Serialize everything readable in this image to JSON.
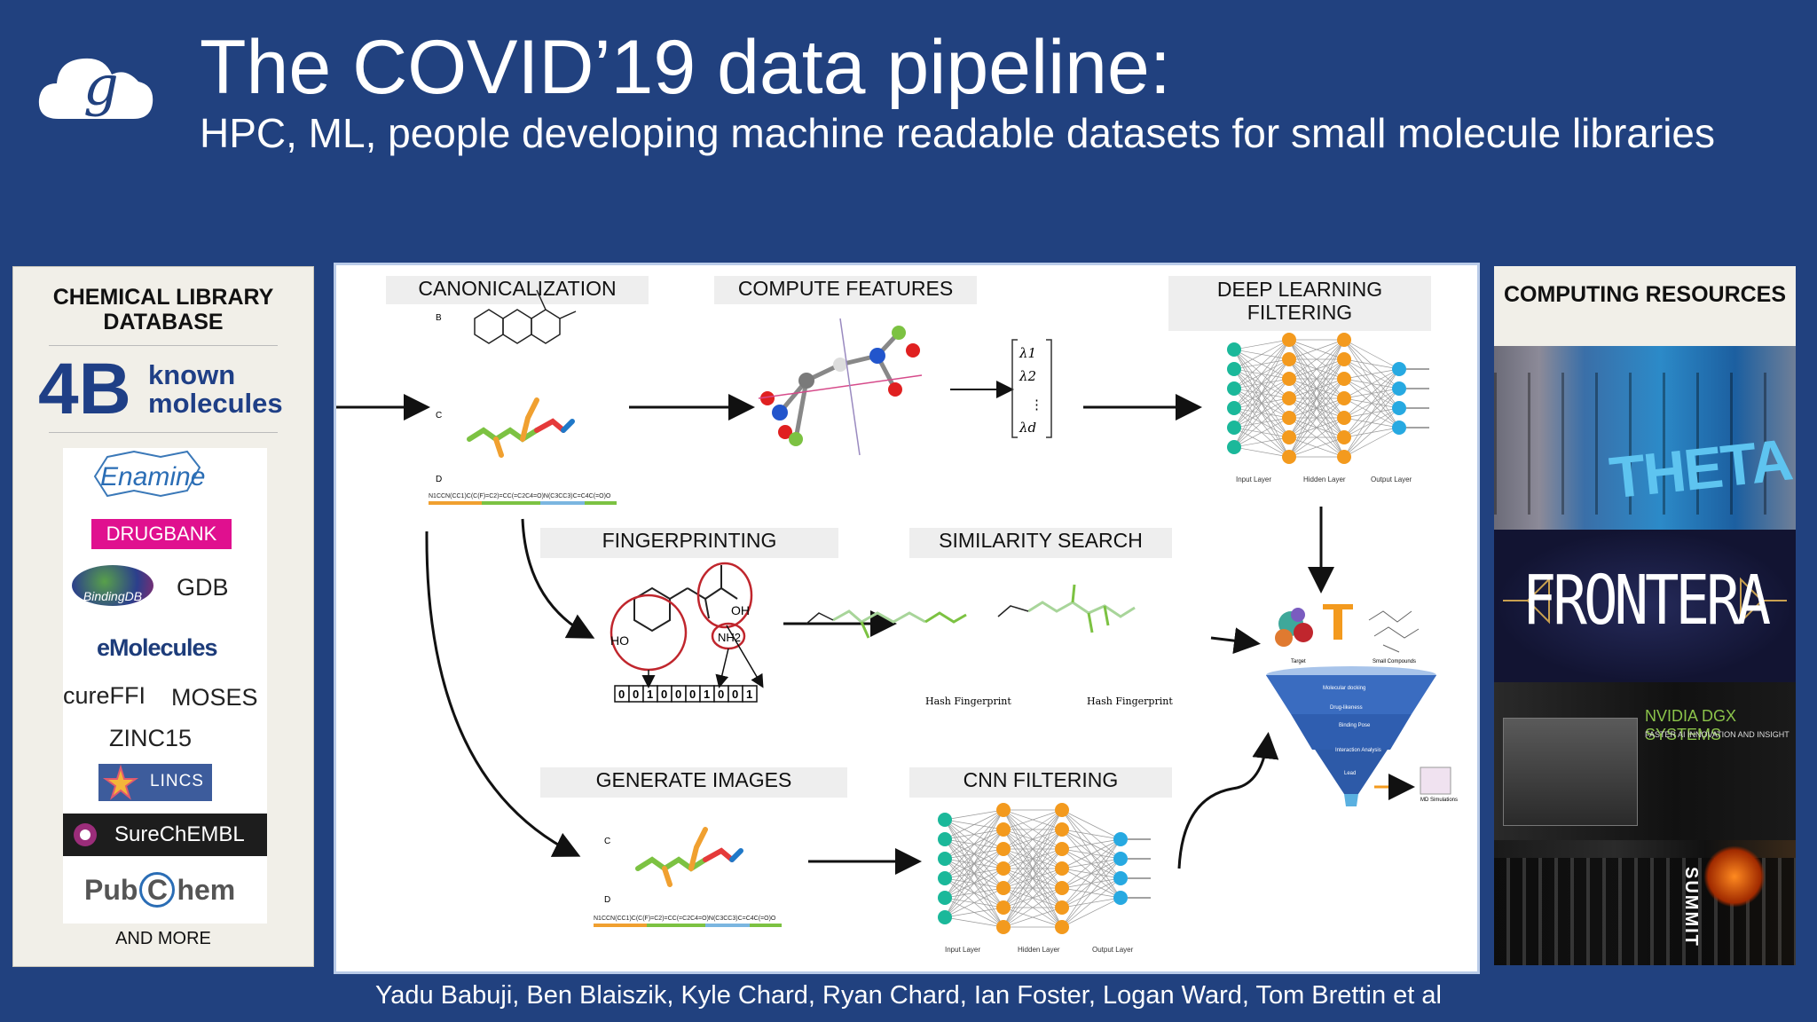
{
  "header": {
    "title": "The COVID’19 data pipeline:",
    "subtitle": "HPC, ML, people developing machine readable datasets for small molecule libraries"
  },
  "left_panel": {
    "heading": "CHEMICAL LIBRARY DATABASE",
    "count": "4B",
    "count_label": "known molecules",
    "logos": {
      "enamine": "Enamine",
      "drugbank": "DRUGBANK",
      "bindingdb": "BindingDB",
      "gdb": "GDB",
      "emolecules": "eMolecules",
      "cureffi": "cureFFI",
      "moses": "MOSES",
      "zinc": "ZINC15",
      "lincs": "LINCS",
      "surechembl": "SureChEMBL",
      "pubchem_left": "Pub",
      "pubchem_c": "C",
      "pubchem_right": "hem"
    },
    "footer": "AND MORE"
  },
  "pipeline": {
    "stages": {
      "canonicalization": "CANONICALIZATION",
      "compute_features": "COMPUTE FEATURES",
      "deep_learning": "DEEP LEARNING FILTERING",
      "fingerprinting": "FINGERPRINTING",
      "similarity_search": "SIMILARITY SEARCH",
      "generate_images": "GENERATE IMAGES",
      "cnn_filtering": "CNN FILTERING"
    },
    "labels": {
      "b": "B",
      "c": "C",
      "d": "D",
      "c2": "C",
      "d2": "D",
      "smiles": "N1CCN(CC1)C(C(F)=C2)=CC(=C2C4=O)N(C3CC3)C=C4C(=O)O",
      "smiles2": "N1CCN(CC1)C(C(F)=C2)=CC(=C2C4=O)N(C3CC3)C=C4C(=O)O",
      "ho": "HO",
      "oh": "OH",
      "nh2": "NH2",
      "fingerprint_bits": [
        "0",
        "0",
        "1",
        "0",
        "0",
        "0",
        "1",
        "0",
        "0",
        "1"
      ],
      "hash1": "Hash Fingerprint",
      "hash2": "Hash Fingerprint",
      "lambda1": "λ1",
      "lambda2": "λ2",
      "lambdad": "λd",
      "input_layer": "Input Layer",
      "hidden_layer": "Hidden Layer",
      "output_layer": "Output Layer",
      "input_layer2": "Input Layer",
      "hidden_layer2": "Hidden Layer",
      "output_layer2": "Output Layer",
      "target": "Target",
      "small_compounds": "Small Compounds",
      "funnel": [
        "Molecular docking",
        "Drug-likeness",
        "Binding Pose",
        "Interaction Analysis",
        "Lead"
      ],
      "md": "MD Simulations"
    }
  },
  "right_panel": {
    "heading": "COMPUTING RESOURCES",
    "theta": "THETA",
    "frontera": "FRONTERA",
    "nvidia": "NVIDIA DGX SYSTEMS",
    "nvidia_sub": "FASTER AI INNOVATION AND INSIGHT",
    "summit": "SUMMIT"
  },
  "credits": "Yadu Babuji, Ben Blaiszik, Kyle Chard, Ryan Chard, Ian Foster, Logan Ward, Tom Brettin et al",
  "colors": {
    "background": "#21417f",
    "brand": "#1f3f86",
    "node_green": "#1bb89a",
    "node_orange": "#f39a1e",
    "node_blue": "#27a9e1",
    "highlight_red": "#c0262d"
  }
}
